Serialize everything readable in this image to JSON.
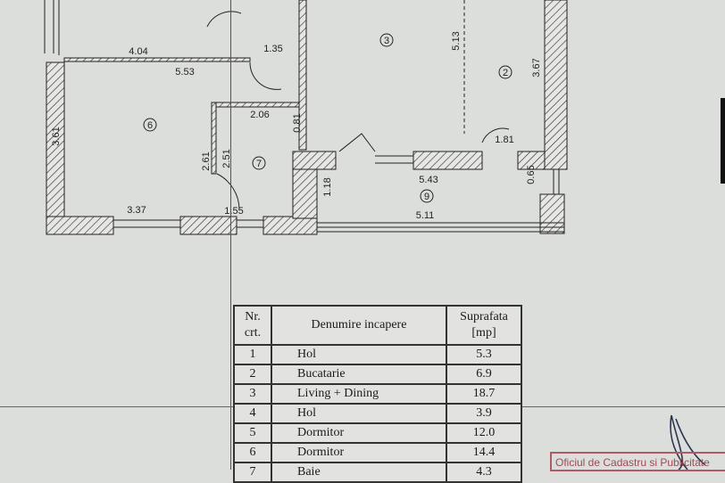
{
  "floor_plan": {
    "rooms": [
      "6",
      "7",
      "3",
      "2",
      "9"
    ],
    "dimensions": [
      "4.04",
      "1.35",
      "5.53",
      "3.61",
      "2.06",
      "0.81",
      "2.61",
      "2.51",
      "3.37",
      "1.55",
      "1.18",
      "5.13",
      "3.67",
      "1.81",
      "5.43",
      "5.11",
      "0.65"
    ]
  },
  "table": {
    "headers": {
      "nr": "Nr. crt.",
      "name": "Denumire incapere",
      "area": "Suprafata [mp]"
    },
    "rows": [
      {
        "nr": "1",
        "name": "Hol",
        "area": "5.3"
      },
      {
        "nr": "2",
        "name": "Bucatarie",
        "area": "6.9"
      },
      {
        "nr": "3",
        "name": "Living + Dining",
        "area": "18.7"
      },
      {
        "nr": "4",
        "name": "Hol",
        "area": "3.9"
      },
      {
        "nr": "5",
        "name": "Dormitor",
        "area": "12.0"
      },
      {
        "nr": "6",
        "name": "Dormitor",
        "area": "14.4"
      },
      {
        "nr": "7",
        "name": "Baie",
        "area": "4.3"
      }
    ]
  },
  "stamp": {
    "text": "Oficiul de Cadastru si Publicitate"
  },
  "colors": {
    "paper": "#dcdedb",
    "ink": "#222222",
    "stamp": "#a04a55",
    "signature": "#2a3550"
  }
}
